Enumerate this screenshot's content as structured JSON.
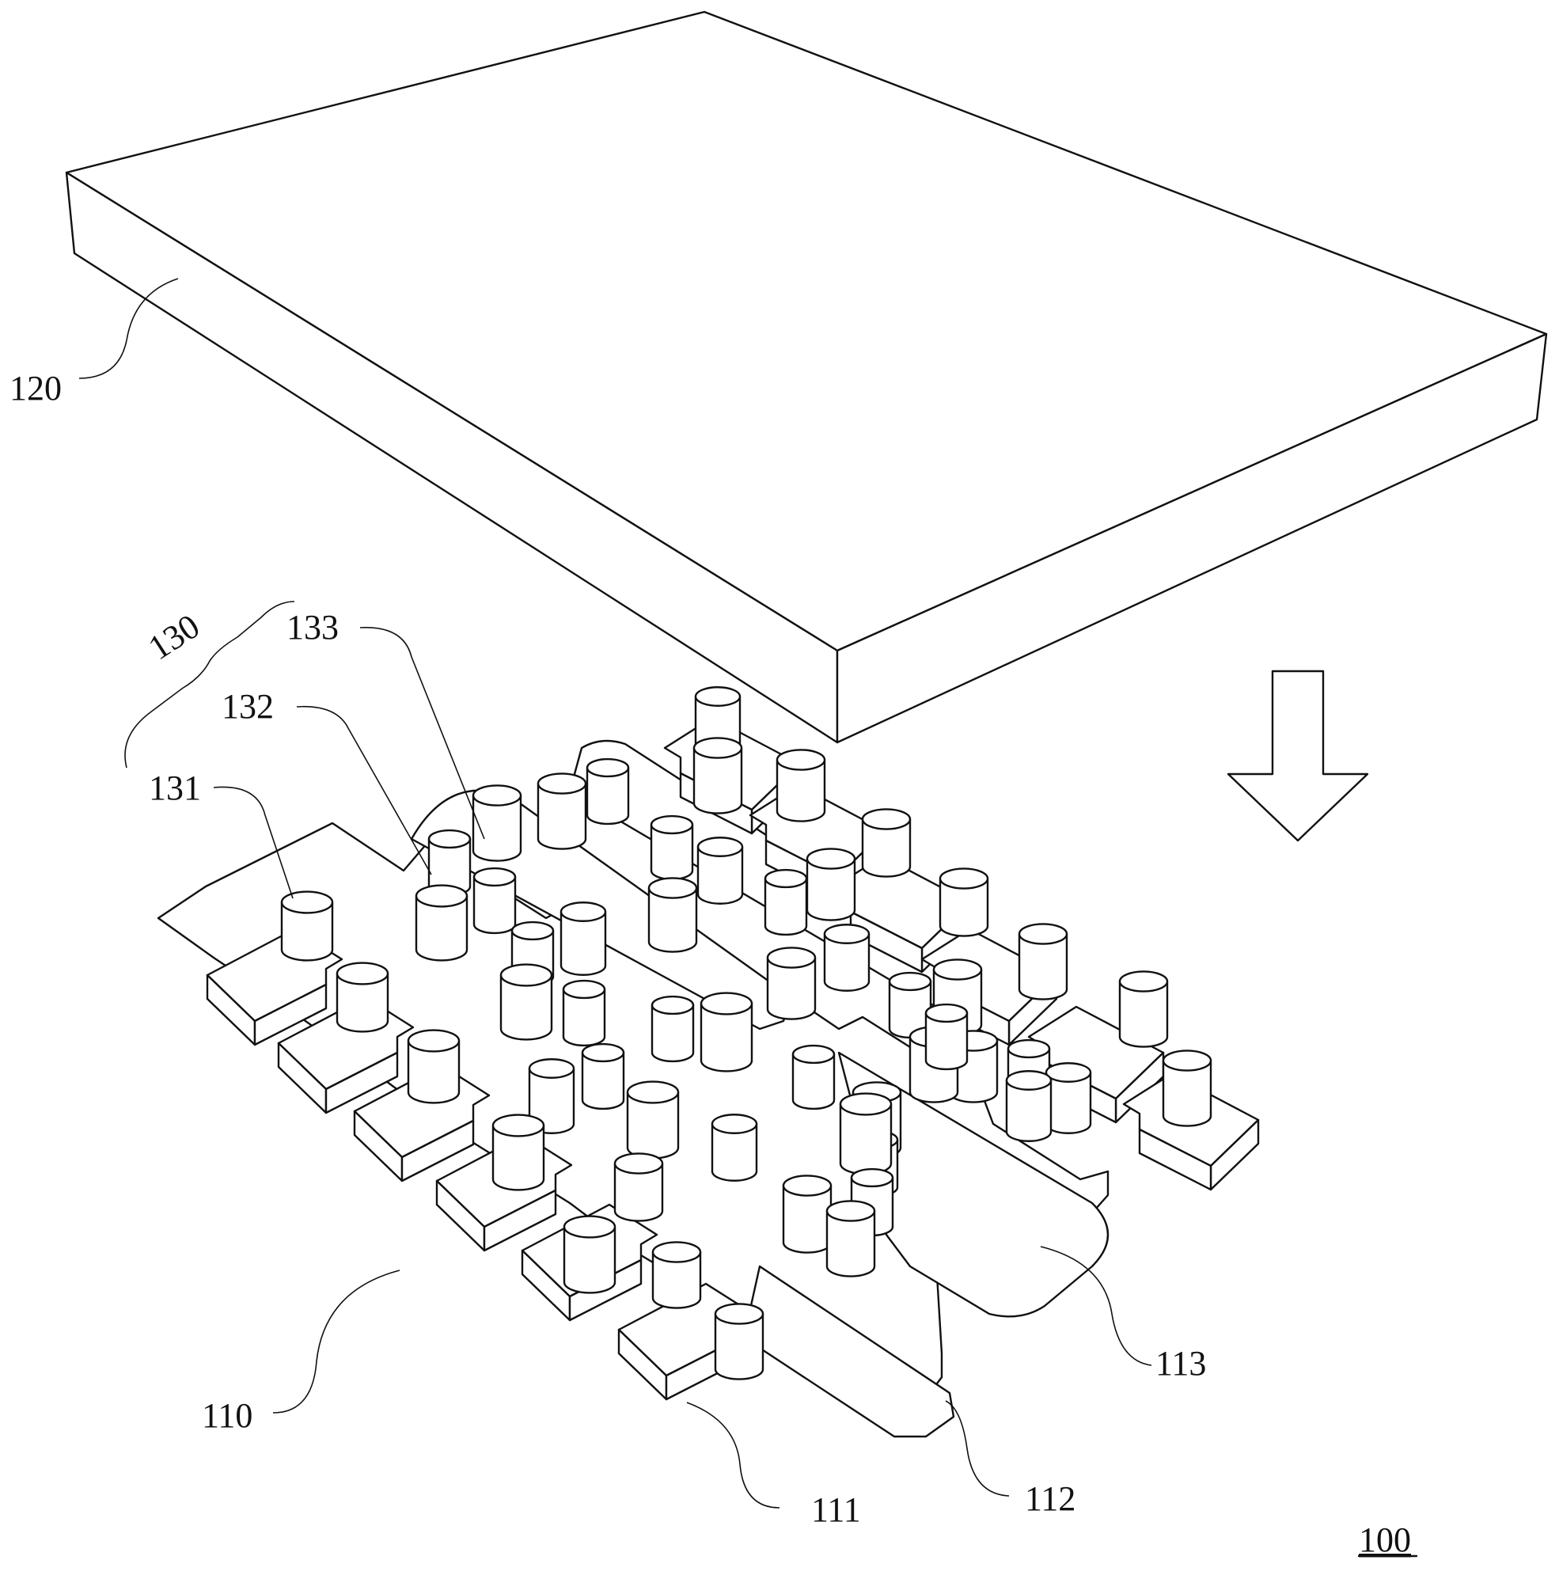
{
  "figure": {
    "labels": {
      "l120": "120",
      "l130": "130",
      "l131": "131",
      "l132": "132",
      "l133": "133",
      "l110": "110",
      "l111": "111",
      "l112": "112",
      "l113": "113",
      "l100": "100"
    },
    "icons": {
      "arrow": "down-arrow-icon"
    },
    "colors": {
      "line": "#111111",
      "background": "#ffffff"
    }
  }
}
